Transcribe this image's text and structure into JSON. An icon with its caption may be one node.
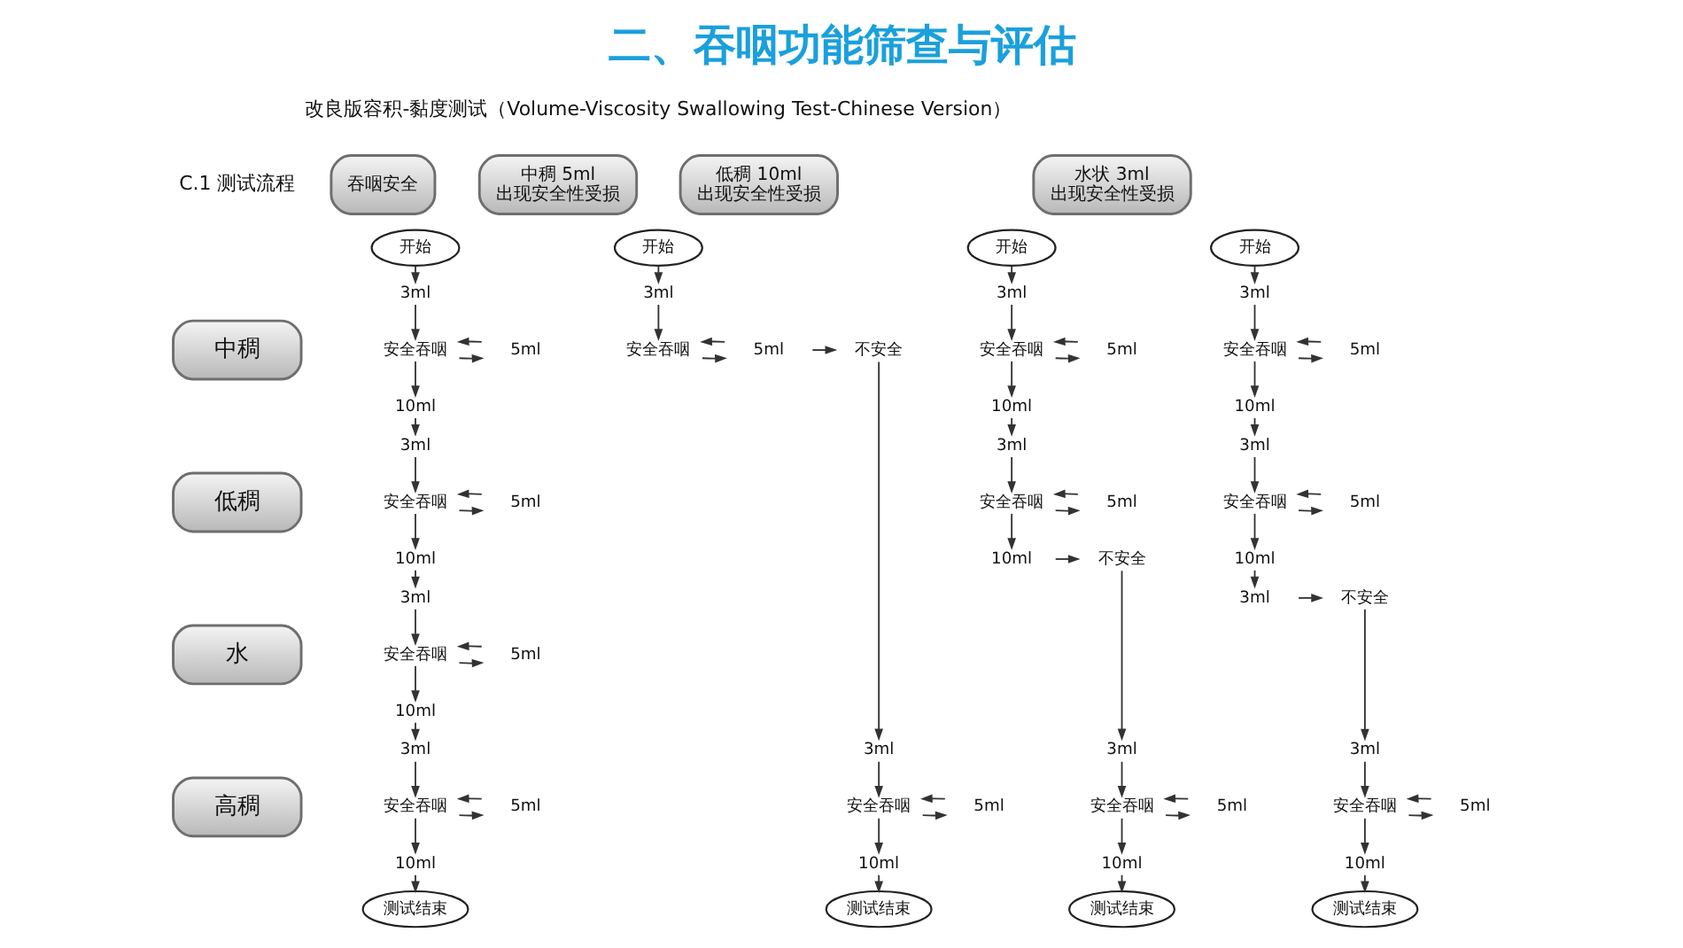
{
  "diagram": {
    "title": "二、吞咽功能筛查与评估",
    "nodes": [
      {
        "text": [
          "吞咽安全"
        ]
      },
      {
        "text": [
          "开始"
        ]
      },
      {
        "text": [
          "中稠"
        ]
      },
      {
        "text": [
          "3ml"
        ]
      },
      {
        "text": [
          "安全吞咽"
        ]
      },
      {
        "text": [
          "5ml"
        ]
      },
      {
        "text": [
          "10ml"
        ]
      },
      {
        "text": [
          "低稠"
        ]
      },
      {
        "text": [
          "3ml"
        ]
      },
      {
        "text": [
          "安全吞咽"
        ]
      },
      {
        "text": [
          "5ml"
        ]
      },
      {
        "text": [
          "10ml"
        ]
      },
      {
        "text": [
          "水"
        ]
      },
      {
        "text": [
          "3ml"
        ]
      },
      {
        "text": [
          "安全吞咽"
        ]
      },
      {
        "text": [
          "5ml"
        ]
      },
      {
        "text": [
          "10ml"
        ]
      },
      {
        "text": [
          "高稠"
        ]
      },
      {
        "text": [
          "3ml"
        ]
      },
      {
        "text": [
          "安全吞咽"
        ]
      },
      {
        "text": [
          "5ml"
        ]
      },
      {
        "text": [
          "10ml"
        ]
      },
      {
        "text": [
          "测试结束"
        ]
      },
      {
        "text": [
          "中稠 5ml",
          "出现安全性受损"
        ]
      },
      {
        "text": [
          "开始"
        ]
      },
      {
        "text": [
          "3ml"
        ]
      },
      {
        "text": [
          "安全吞咽"
        ]
      },
      {
        "text": [
          "5ml"
        ]
      },
      {
        "text": [
          "不安全"
        ]
      },
      {
        "text": [
          "3ml"
        ]
      },
      {
        "text": [
          "安全吞咽"
        ]
      },
      {
        "text": [
          "5ml"
        ]
      },
      {
        "text": [
          "10ml"
        ]
      },
      {
        "text": [
          "测试结束"
        ]
      },
      {
        "text": [
          "低稠 10ml",
          "出现安全性受损"
        ]
      },
      {
        "text": [
          "开始"
        ]
      },
      {
        "text": [
          "3ml"
        ]
      },
      {
        "text": [
          "安全吞咽"
        ]
      },
      {
        "text": [
          "5ml"
        ]
      },
      {
        "text": [
          "10ml"
        ]
      },
      {
        "text": [
          "3ml"
        ]
      },
      {
        "text": [
          "安全吞咽"
        ]
      },
      {
        "text": [
          "5ml"
        ]
      },
      {
        "text": [
          "10ml"
        ]
      },
      {
        "text": [
          "不安全"
        ]
      },
      {
        "text": [
          "3ml"
        ]
      },
      {
        "text": [
          "安全吞咽"
        ]
      },
      {
        "text": [
          "5ml"
        ]
      },
      {
        "text": [
          "10ml"
        ]
      },
      {
        "text": [
          "测试结束"
        ]
      },
      {
        "text": [
          "水状 3ml",
          "出现安全性受损"
        ]
      },
      {
        "text": [
          "开始"
        ]
      },
      {
        "text": [
          "3ml"
        ]
      },
      {
        "text": [
          "安全吞咽"
        ]
      },
      {
        "text": [
          "5ml"
        ]
      },
      {
        "text": [
          "10ml"
        ]
      },
      {
        "text": [
          "3ml"
        ]
      },
      {
        "text": [
          "安全吞咽"
        ]
      },
      {
        "text": [
          "5ml"
        ]
      },
      {
        "text": [
          "10ml"
        ]
      },
      {
        "text": [
          "3ml"
        ]
      },
      {
        "text": [
          "不安全"
        ]
      },
      {
        "text": [
          "3ml"
        ]
      },
      {
        "text": [
          "安全吞咽"
        ]
      },
      {
        "text": [
          "5ml"
        ]
      },
      {
        "text": [
          "10ml"
        ]
      },
      {
        "text": [
          "测试结束"
        ]
      }
    ],
    "edges": [
      {
        "from": 1,
        "to": 3,
        "arrow": "to"
      },
      {
        "from": 3,
        "to": 4,
        "arrow": "to"
      },
      {
        "from": 4,
        "to": 5,
        "arrow": "to"
      },
      {
        "from": 5,
        "to": 4,
        "arrow": "to"
      },
      {
        "from": 4,
        "to": 6,
        "arrow": "to"
      },
      {
        "from": 6,
        "to": 8,
        "arrow": "to"
      },
      {
        "from": 8,
        "to": 9,
        "arrow": "to"
      },
      {
        "from": 9,
        "to": 10,
        "arrow": "to"
      },
      {
        "from": 10,
        "to": 9,
        "arrow": "to"
      },
      {
        "from": 9,
        "to": 11,
        "arrow": "to"
      },
      {
        "from": 11,
        "to": 13,
        "arrow": "to"
      },
      {
        "from": 13,
        "to": 14,
        "arrow": "to"
      },
      {
        "from": 14,
        "to": 15,
        "arrow": "to"
      },
      {
        "from": 15,
        "to": 14,
        "arrow": "to"
      },
      {
        "from": 14,
        "to": 16,
        "arrow": "to"
      },
      {
        "from": 16,
        "to": 18,
        "arrow": "to"
      },
      {
        "from": 18,
        "to": 19,
        "arrow": "to"
      },
      {
        "from": 19,
        "to": 20,
        "arrow": "to"
      },
      {
        "from": 20,
        "to": 19,
        "arrow": "to"
      },
      {
        "from": 19,
        "to": 21,
        "arrow": "to"
      },
      {
        "from": 21,
        "to": 22,
        "arrow": "to"
      },
      {
        "from": 24,
        "to": 25,
        "arrow": "to"
      },
      {
        "from": 25,
        "to": 26,
        "arrow": "to"
      },
      {
        "from": 26,
        "to": 27,
        "arrow": "to"
      },
      {
        "from": 27,
        "to": 26,
        "arrow": "to"
      },
      {
        "from": 27,
        "to": 28,
        "arrow": "to"
      },
      {
        "from": 28,
        "to": 29,
        "arrow": "to"
      },
      {
        "from": 29,
        "to": 30,
        "arrow": "to"
      },
      {
        "from": 30,
        "to": 31,
        "arrow": "to"
      },
      {
        "from": 31,
        "to": 30,
        "arrow": "to"
      },
      {
        "from": 30,
        "to": 32,
        "arrow": "to"
      },
      {
        "from": 32,
        "to": 33,
        "arrow": "to"
      },
      {
        "from": 35,
        "to": 36,
        "arrow": "to"
      },
      {
        "from": 36,
        "to": 37,
        "arrow": "to"
      },
      {
        "from": 37,
        "to": 38,
        "arrow": "to"
      },
      {
        "from": 38,
        "to": 37,
        "arrow": "to"
      },
      {
        "from": 37,
        "to": 39,
        "arrow": "to"
      },
      {
        "from": 39,
        "to": 40,
        "arrow": "to"
      },
      {
        "from": 40,
        "to": 41,
        "arrow": "to"
      },
      {
        "from": 41,
        "to": 42,
        "arrow": "to"
      },
      {
        "from": 42,
        "to": 41,
        "arrow": "to"
      },
      {
        "from": 41,
        "to": 43,
        "arrow": "to"
      },
      {
        "from": 43,
        "to": 44,
        "arrow": "to"
      },
      {
        "from": 44,
        "to": 45,
        "arrow": "to"
      },
      {
        "from": 45,
        "to": 46,
        "arrow": "to"
      },
      {
        "from": 46,
        "to": 47,
        "arrow": "to"
      },
      {
        "from": 47,
        "to": 46,
        "arrow": "to"
      },
      {
        "from": 46,
        "to": 48,
        "arrow": "to"
      },
      {
        "from": 48,
        "to": 49,
        "arrow": "to"
      },
      {
        "from": 51,
        "to": 52,
        "arrow": "to"
      },
      {
        "from": 52,
        "to": 53,
        "arrow": "to"
      },
      {
        "from": 53,
        "to": 54,
        "arrow": "to"
      },
      {
        "from": 54,
        "to": 53,
        "arrow": "to"
      },
      {
        "from": 53,
        "to": 55,
        "arrow": "to"
      },
      {
        "from": 55,
        "to": 56,
        "arrow": "to"
      },
      {
        "from": 56,
        "to": 57,
        "arrow": "to"
      },
      {
        "from": 57,
        "to": 58,
        "arrow": "to"
      },
      {
        "from": 58,
        "to": 57,
        "arrow": "to"
      },
      {
        "from": 57,
        "to": 59,
        "arrow": "to"
      },
      {
        "from": 59,
        "to": 60,
        "arrow": "to"
      },
      {
        "from": 60,
        "to": 61,
        "arrow": "to"
      },
      {
        "from": 61,
        "to": 62,
        "arrow": "to"
      },
      {
        "from": 62,
        "to": 63,
        "arrow": "to"
      },
      {
        "from": 63,
        "to": 64,
        "arrow": "to"
      },
      {
        "from": 64,
        "to": 63,
        "arrow": "to"
      },
      {
        "from": 63,
        "to": 65,
        "arrow": "to"
      },
      {
        "from": 65,
        "to": 66,
        "arrow": "to"
      }
    ],
    "labels": [
      "改良版容积-黏度测试（Volume-Viscosity Swallowing Test-Chinese Version）",
      "C.1 测试流程"
    ]
  }
}
